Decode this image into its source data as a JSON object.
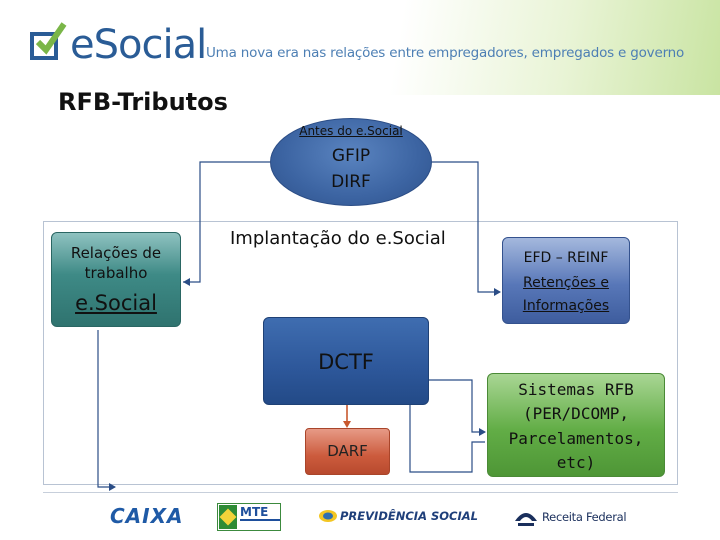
{
  "header": {
    "logo_text": "eSocial",
    "tagline": "Uma nova era nas relações entre empregadores, empregados e governo"
  },
  "title": "RFB-Tributos",
  "before": {
    "label": "Antes do e.Social",
    "items": [
      "GFIP",
      "DIRF"
    ]
  },
  "relacoes": {
    "line1": "Relações de",
    "line2": "trabalho",
    "brand": "e.Social"
  },
  "implantacao": "Implantação do e.Social",
  "efd": {
    "line1": "EFD – REINF",
    "line2": "Retenções e",
    "line3": "Informações"
  },
  "dctf": "DCTF",
  "darf": "DARF",
  "sistemas": {
    "lines": [
      "Sistemas RFB",
      "(PER/DCOMP,",
      "Parcelamentos,",
      "etc)"
    ]
  },
  "footer": {
    "caixa": "CAIXA",
    "mte": "MTE",
    "previdencia": "PREVIDÊNCIA SOCIAL",
    "receita": "Receita Federal"
  },
  "colors": {
    "ellipse": "#3c64a2",
    "relacoes_box": "#3e8a86",
    "efd_box": "#5877b8",
    "dctf_box": "#2d579a",
    "darf_box": "#cc5b3d",
    "sistemas_box": "#62ad46",
    "connector": "#2b4d86",
    "darf_arrow": "#c8582e"
  }
}
